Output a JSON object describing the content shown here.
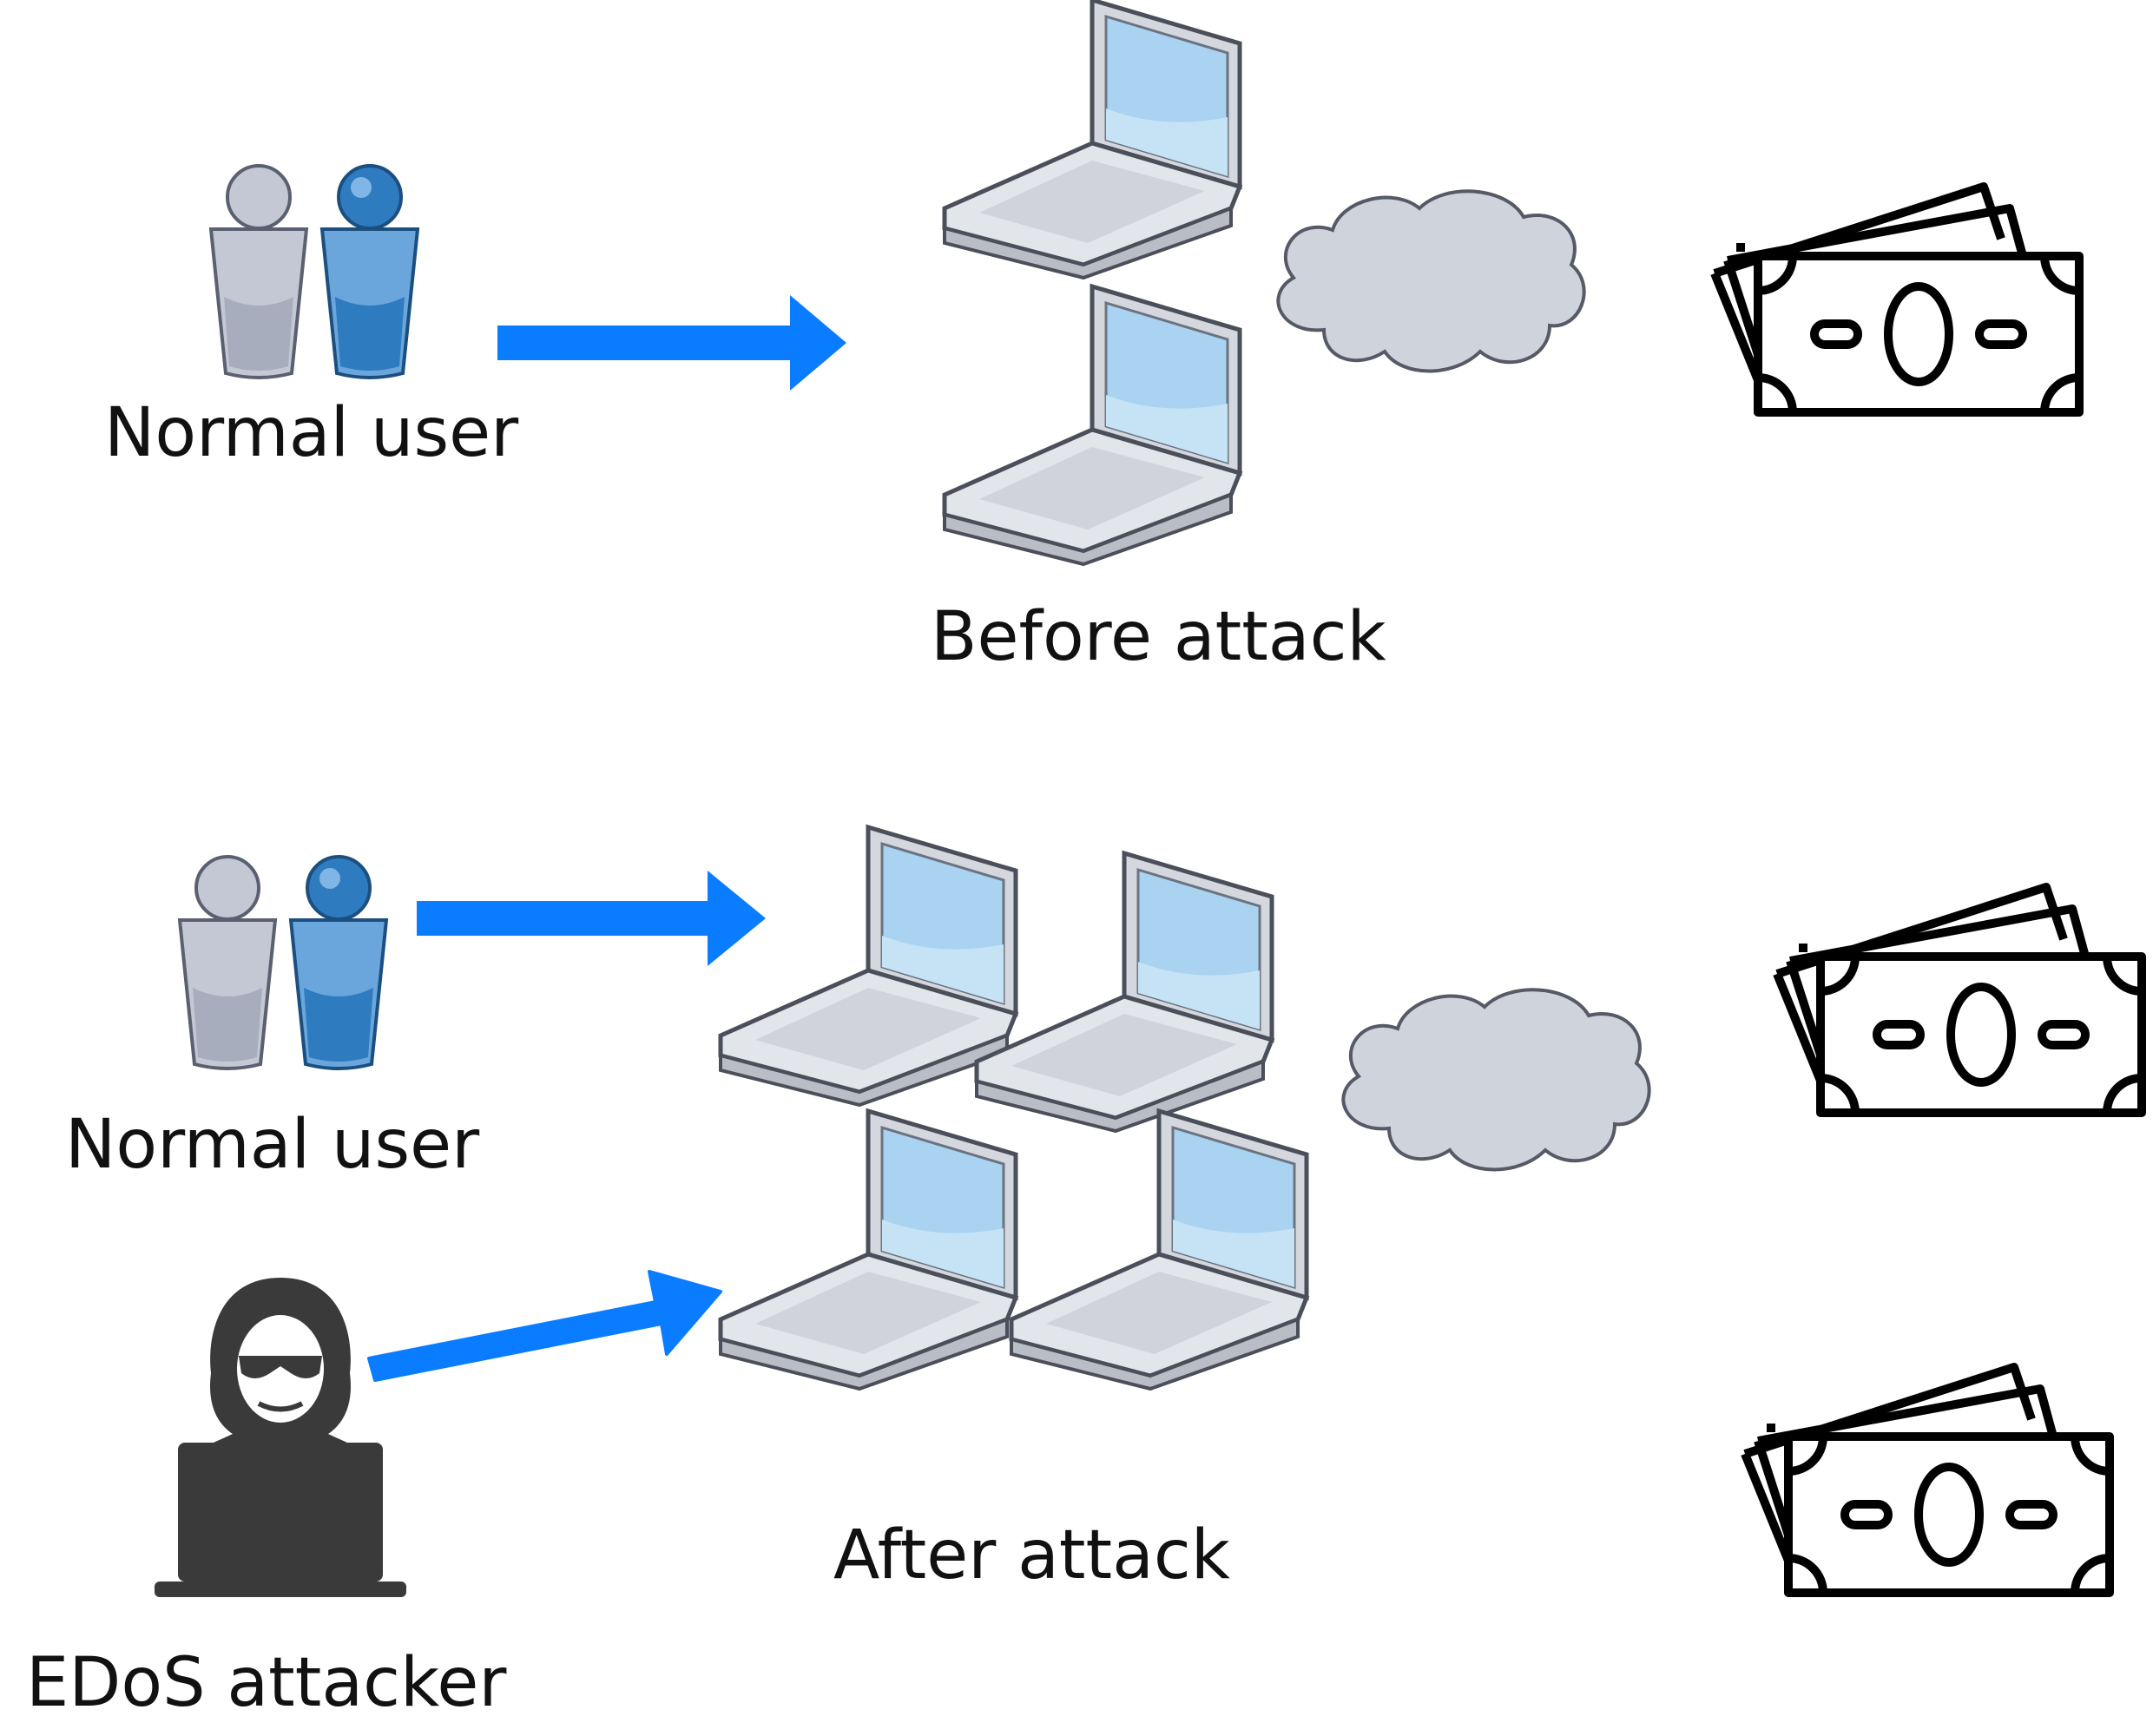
{
  "labels": {
    "normal_user_top": "Normal user",
    "before_attack": "Before attack",
    "normal_user_bottom": "Normal user",
    "after_attack": "After attack",
    "edos_attacker": "EDoS attacker"
  },
  "icons": {
    "users": "users-icon",
    "laptop": "laptop-icon",
    "cloud": "cloud-icon",
    "money": "money-icon",
    "hacker": "hacker-icon",
    "arrow": "arrow-icon"
  },
  "colors": {
    "arrow": "#0a7cff",
    "cloud_fill": "#cfd3dc",
    "cloud_stroke": "#555a66",
    "screen": "#a9d3f0",
    "laptop_body": "#d4d8de",
    "user_blue": "#2f7bc0",
    "user_gray": "#c3c8d4",
    "hacker": "#3a3a3a",
    "money_stroke": "#000000"
  }
}
